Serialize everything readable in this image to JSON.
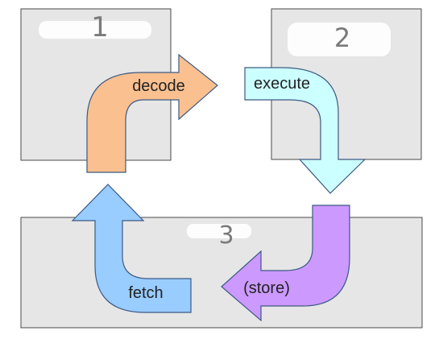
{
  "diagram": {
    "title": "",
    "boxes": [
      {
        "id": "box-1",
        "number": "1"
      },
      {
        "id": "box-2",
        "number": "2"
      },
      {
        "id": "box-3",
        "number": "3"
      }
    ],
    "arrows": [
      {
        "id": "decode",
        "label": "decode",
        "color": "#FAC090"
      },
      {
        "id": "execute",
        "label": "execute",
        "color": "#CCFFFF"
      },
      {
        "id": "store",
        "label": "(store)",
        "color": "#CC99FF"
      },
      {
        "id": "fetch",
        "label": "fetch",
        "color": "#99CCFF"
      }
    ],
    "colors": {
      "box_fill": "#E6E6E6",
      "box_border": "#4A4A4A",
      "arrow_border": "#3C5A84"
    }
  }
}
